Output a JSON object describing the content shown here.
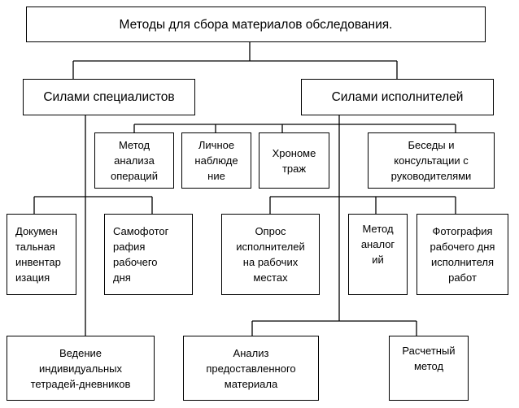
{
  "diagram": {
    "root": "Методы для сбора материалов обследования.",
    "specialists": "Силами специалистов",
    "performers": "Силами исполнителей",
    "method_analysis": "Метод\nанализа\nопераций",
    "personal_observation": "Личное\nнаблюде\nние",
    "timing": "Хрономе\nтраж",
    "conversations": "Беседы и\nконсультации с\nруководителями",
    "document_inventory": "Докумен\nтальная\nинвентар\nизация",
    "self_photo": "Самофотог\nрафия\nрабочего\nдня",
    "survey": "Опрос\nисполнителей\nна рабочих\nместах",
    "analogy_method": "Метод\nаналог\nий",
    "workday_photo": "Фотография\nрабочего дня\nисполнителя\nработ",
    "diaries": "Ведение\nиндивидуальных\nтетрадей-дневников",
    "analysis_material": "Анализ\nпредоставленного\nматериала",
    "calculation_method": "Расчетный\nметод"
  }
}
